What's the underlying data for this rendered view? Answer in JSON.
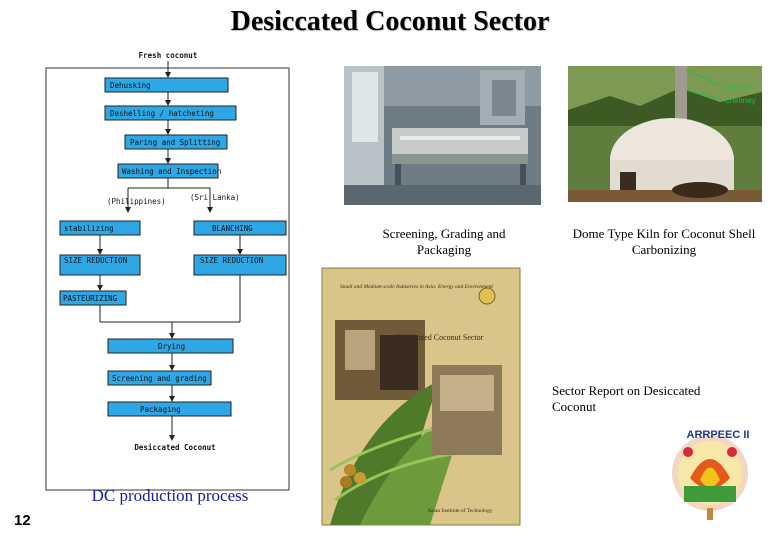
{
  "slide": {
    "title": "Desiccated Coconut Sector",
    "page_number": "12"
  },
  "flowchart": {
    "caption": "DC production process",
    "start_label": "Fresh coconut",
    "end_label": "Desiccated Coconut",
    "steps": [
      "Dehusking",
      "Deshelling / hatcheting",
      "Paring and Splitting",
      "Washing and Inspection"
    ],
    "branch_left_label": "(Philippines)",
    "branch_right_label": "(Sri Lanka)",
    "left_steps": [
      "stabilizing",
      "SIZE REDUCTION"
    ],
    "right_steps": [
      "BLANCHING",
      "SIZE REDUCTION"
    ],
    "pasteurizing": "PASTEURIZING",
    "final_steps": [
      "Drying",
      "Screening and grading",
      "Packaging"
    ],
    "box_color": "#2ea7e6"
  },
  "photos": {
    "screening_caption": "Screening, Grading and Packaging",
    "kiln_caption": "Dome Type Kiln for Coconut Shell Carbonizing",
    "kiln_labels": [
      "Smoke",
      "Chimney"
    ],
    "report_caption": "Sector Report on Desiccated Coconut",
    "report_cover": {
      "top_text": "Small and Medium-scale Industries in Asia: Energy and Environment",
      "title": "Desiccated Coconut Sector",
      "publisher": "Asian Institute of Technology"
    }
  },
  "logo": {
    "text": "ARRPEEC II"
  }
}
